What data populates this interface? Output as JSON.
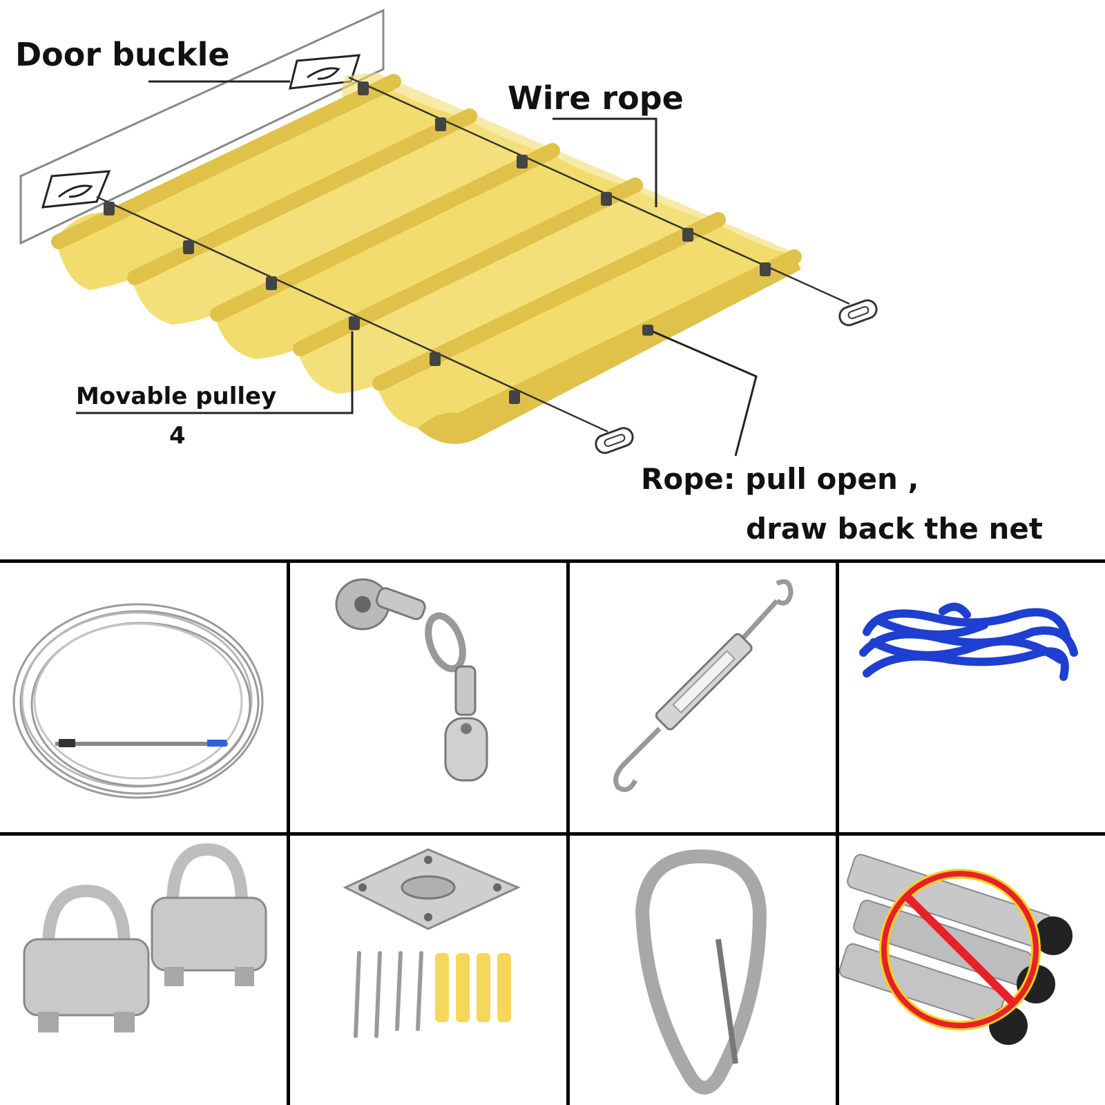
{
  "labels": {
    "door_buckle": "Door buckle",
    "wire_rope": "Wire rope",
    "movable_pulley": "Movable pulley",
    "pulley_count": "4",
    "rope_line1": "Rope: pull open ,",
    "rope_line2": "draw back the net"
  },
  "colors": {
    "canopy": "#f2dc6e",
    "canopy_shade": "#e0c24a",
    "rope": "#1f3fd0",
    "prohibit": "#e8202a",
    "prohibit_ring": "#f5d21c"
  },
  "accessories": [
    {
      "icon": "wire-rope-coil-icon"
    },
    {
      "icon": "swivel-pulley-icon"
    },
    {
      "icon": "turnbuckle-icon"
    },
    {
      "icon": "blue-rope-bundle-icon"
    },
    {
      "icon": "wire-rope-clip-icon"
    },
    {
      "icon": "pad-eye-plate-screws-icon"
    },
    {
      "icon": "carabiner-hook-icon"
    },
    {
      "icon": "no-pipes-icon"
    }
  ]
}
